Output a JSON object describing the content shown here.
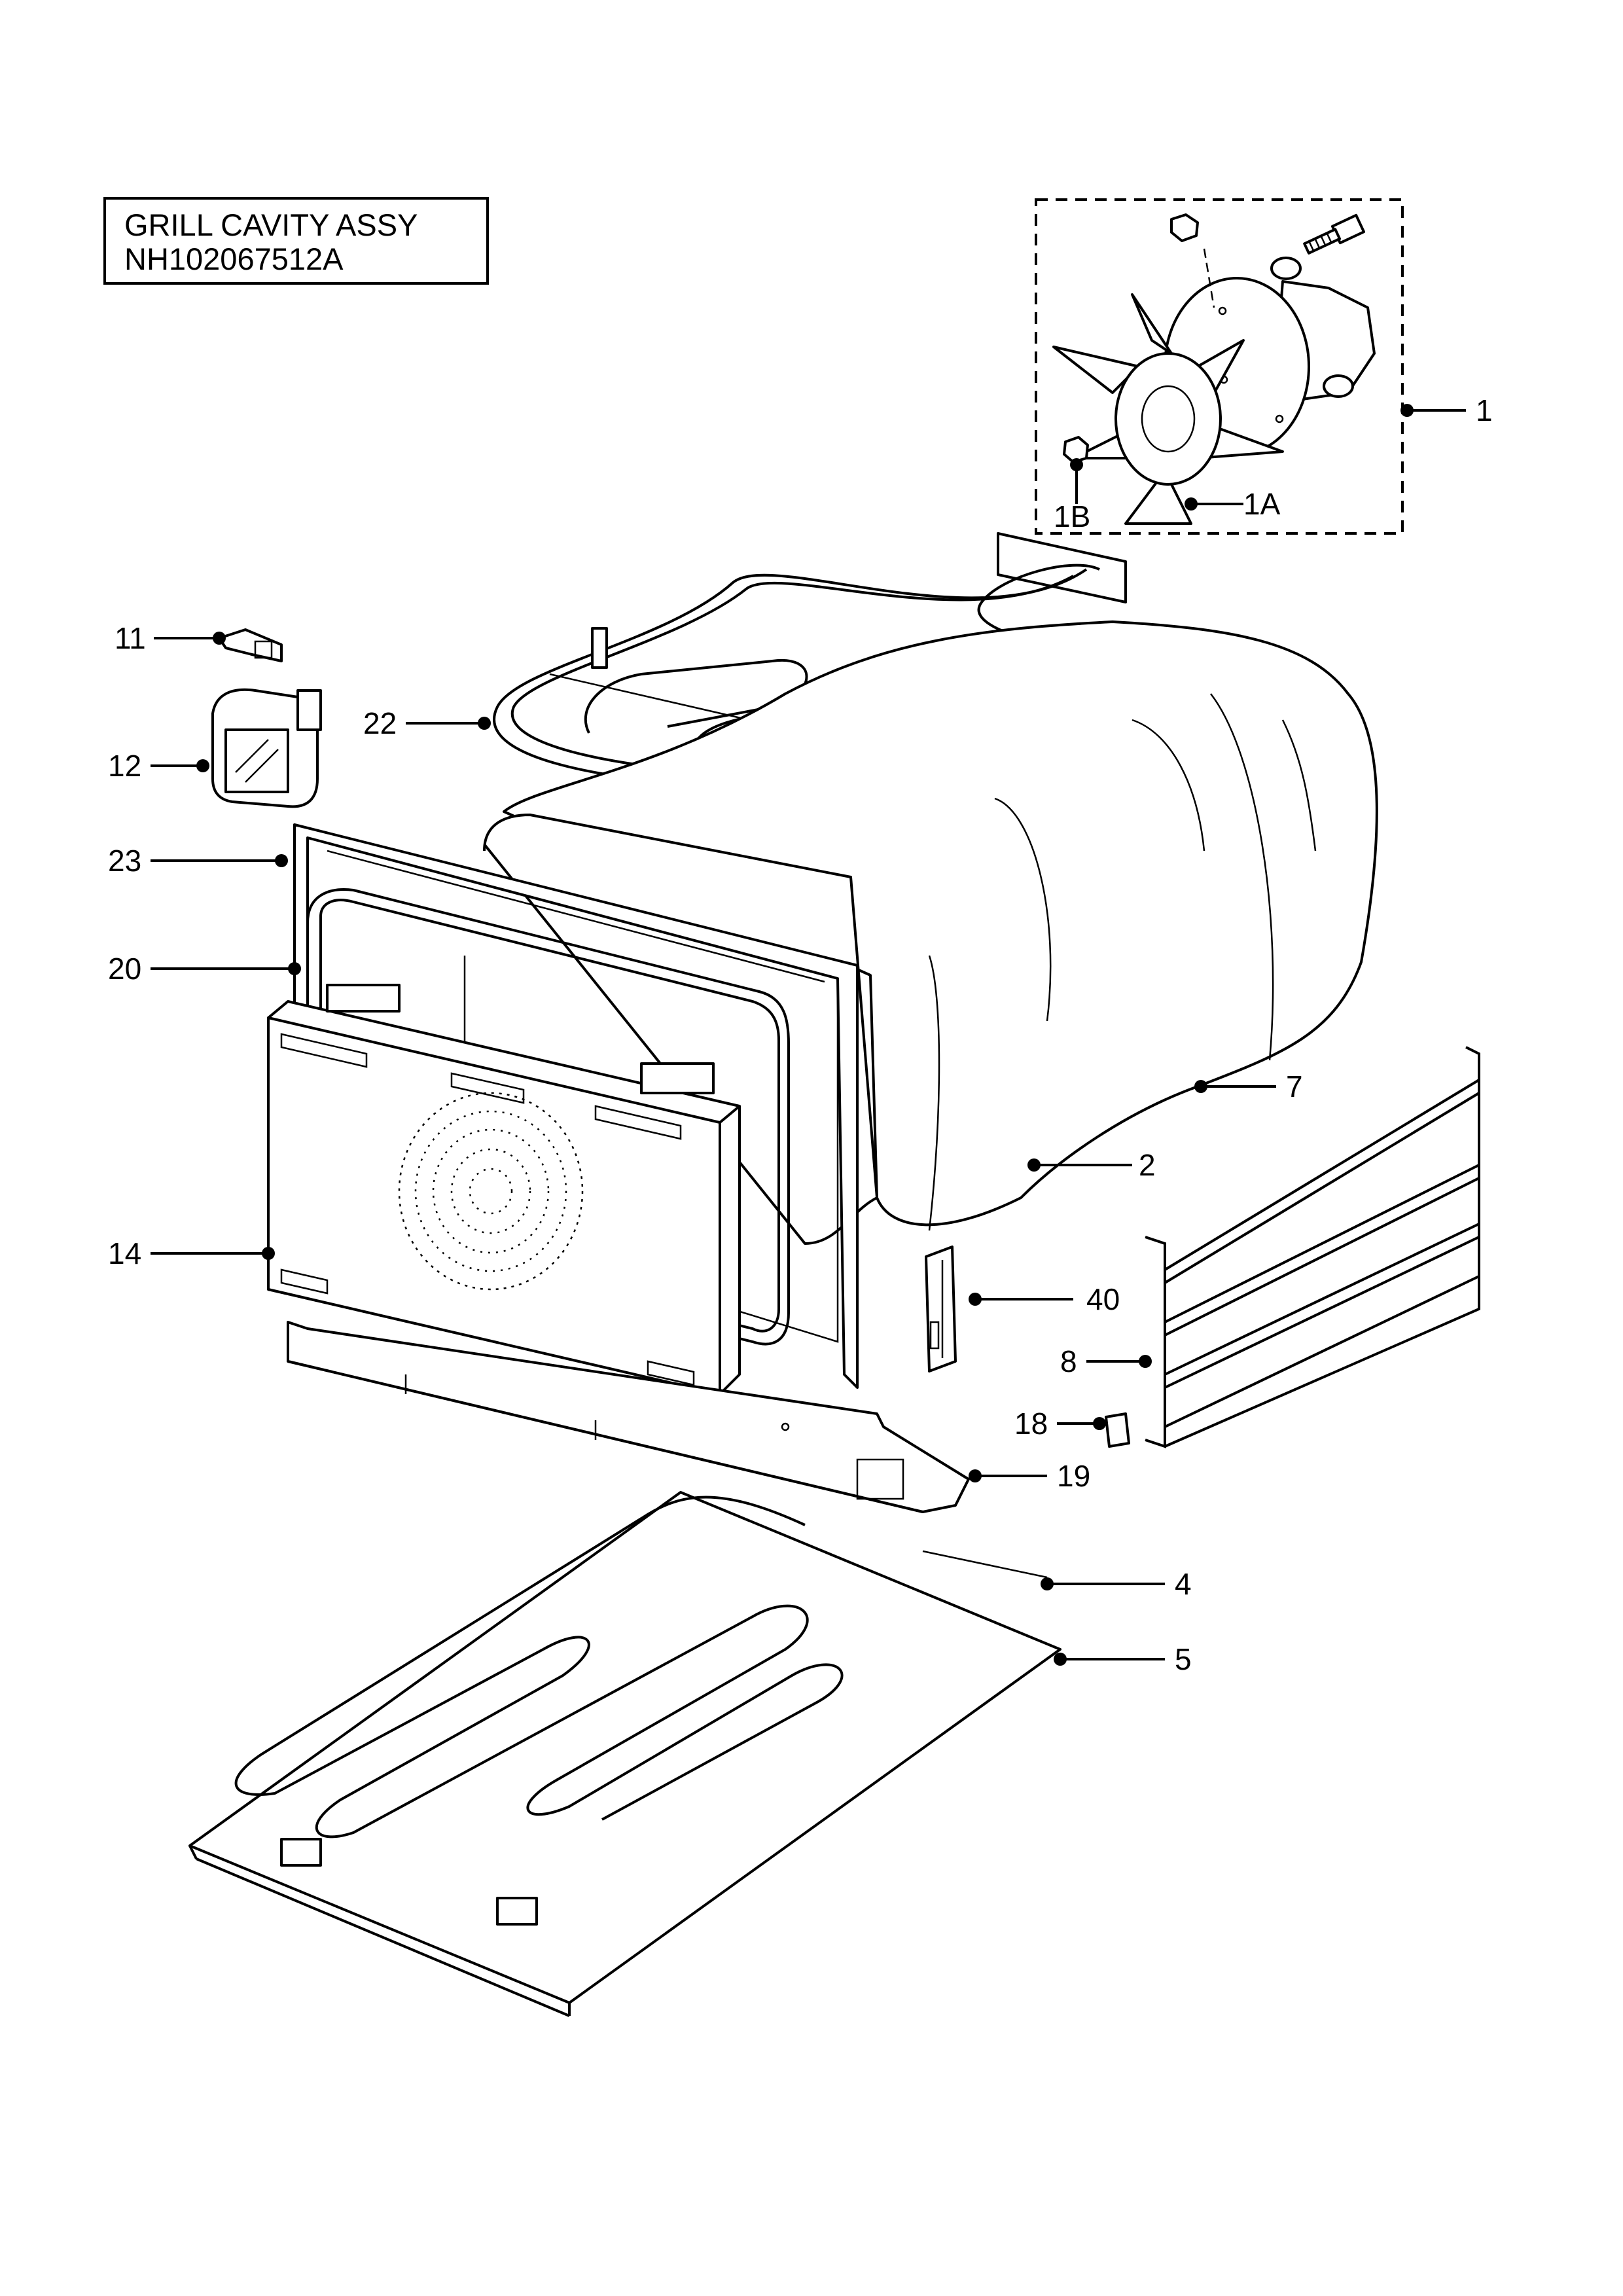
{
  "title_box": {
    "line1": "GRILL CAVITY ASSY",
    "line2": "NH102067512A"
  },
  "callouts": [
    {
      "id": "1",
      "label": "1"
    },
    {
      "id": "1A",
      "label": "1A"
    },
    {
      "id": "1B",
      "label": "1B"
    },
    {
      "id": "2",
      "label": "2"
    },
    {
      "id": "4",
      "label": "4"
    },
    {
      "id": "5",
      "label": "5"
    },
    {
      "id": "7",
      "label": "7"
    },
    {
      "id": "8",
      "label": "8"
    },
    {
      "id": "11",
      "label": "11"
    },
    {
      "id": "12",
      "label": "12"
    },
    {
      "id": "14",
      "label": "14"
    },
    {
      "id": "18",
      "label": "18"
    },
    {
      "id": "19",
      "label": "19"
    },
    {
      "id": "20",
      "label": "20"
    },
    {
      "id": "22",
      "label": "22"
    },
    {
      "id": "23",
      "label": "23"
    },
    {
      "id": "40",
      "label": "40"
    }
  ]
}
